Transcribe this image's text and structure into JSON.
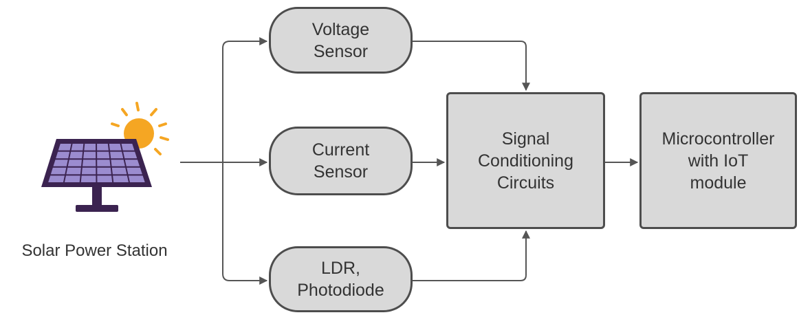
{
  "nodes": {
    "solar_station": "Solar Power Station",
    "voltage_sensor": "Voltage\nSensor",
    "current_sensor": "Current\nSensor",
    "ldr_photodiode": "LDR,\nPhotodiode",
    "signal_conditioning": "Signal\nConditioning\nCircuits",
    "microcontroller": "Microcontroller\nwith IoT\nmodule"
  },
  "edges": [
    {
      "from": "solar_station",
      "to": "voltage_sensor"
    },
    {
      "from": "solar_station",
      "to": "current_sensor"
    },
    {
      "from": "solar_station",
      "to": "ldr_photodiode"
    },
    {
      "from": "voltage_sensor",
      "to": "signal_conditioning"
    },
    {
      "from": "current_sensor",
      "to": "signal_conditioning"
    },
    {
      "from": "ldr_photodiode",
      "to": "signal_conditioning"
    },
    {
      "from": "signal_conditioning",
      "to": "microcontroller"
    }
  ],
  "colors": {
    "node_fill": "#d9d9d9",
    "node_stroke": "#4d4d4d",
    "connector": "#555555",
    "text": "#333333",
    "panel_frame": "#3b2350",
    "panel_cell": "#9b8ccf",
    "sun": "#f5a623"
  },
  "icons": [
    "solar-panel-icon",
    "sun-icon"
  ]
}
